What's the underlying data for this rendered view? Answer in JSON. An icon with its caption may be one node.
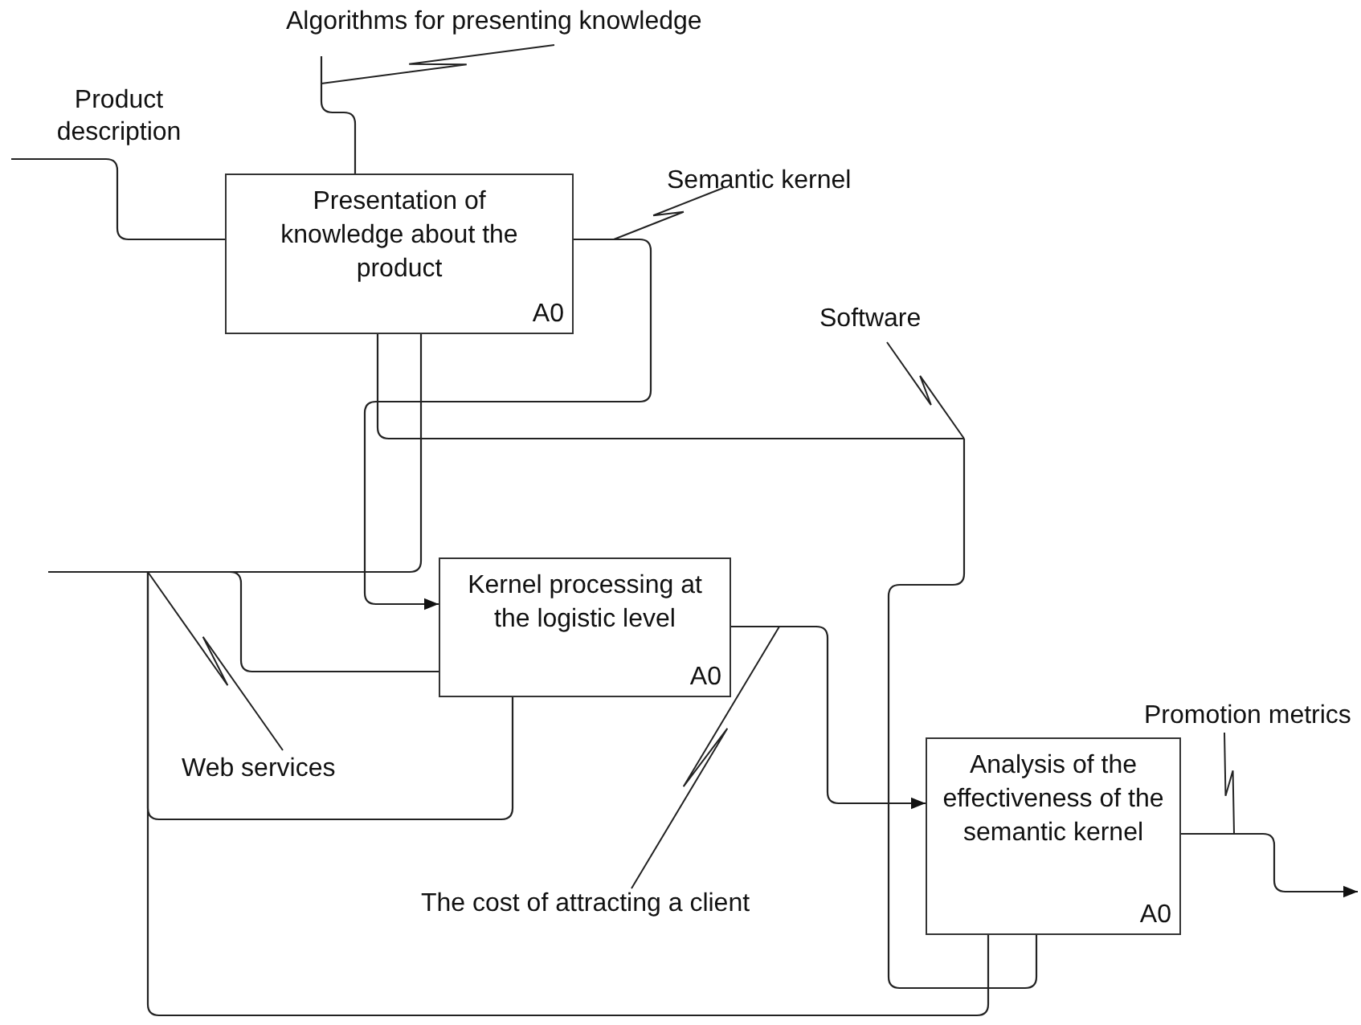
{
  "diagram": {
    "nodes": [
      {
        "text": [
          "Presentation of knowledge about the product",
          "A0"
        ]
      },
      {
        "text": [
          "Kernel processing at the logistic level",
          "A0"
        ]
      },
      {
        "text": [
          "Analysis of the effectiveness of the semantic kernel",
          "A0"
        ]
      }
    ],
    "edges": [
      {
        "from": null,
        "to": 0,
        "arrow": "none",
        "label": "Product description"
      },
      {
        "from": null,
        "to": 0,
        "arrow": "none",
        "label": "Algorithms for presenting knowledge"
      },
      {
        "from": 0,
        "to": 1,
        "arrow": "to",
        "label": "Semantic kernel"
      },
      {
        "from": null,
        "to": 0,
        "arrow": "none",
        "label": "Software"
      },
      {
        "from": null,
        "to": 2,
        "arrow": "none"
      },
      {
        "from": null,
        "to": 0,
        "arrow": "none"
      },
      {
        "from": null,
        "to": 1,
        "arrow": "none"
      },
      {
        "from": null,
        "to": 1,
        "arrow": "none",
        "label": "Web services"
      },
      {
        "from": null,
        "to": 2,
        "arrow": "none"
      },
      {
        "from": 1,
        "to": 2,
        "arrow": "to",
        "label": "The cost of attracting a client"
      },
      {
        "from": 2,
        "to": null,
        "arrow": "to",
        "label": "Promotion metrics"
      }
    ]
  }
}
